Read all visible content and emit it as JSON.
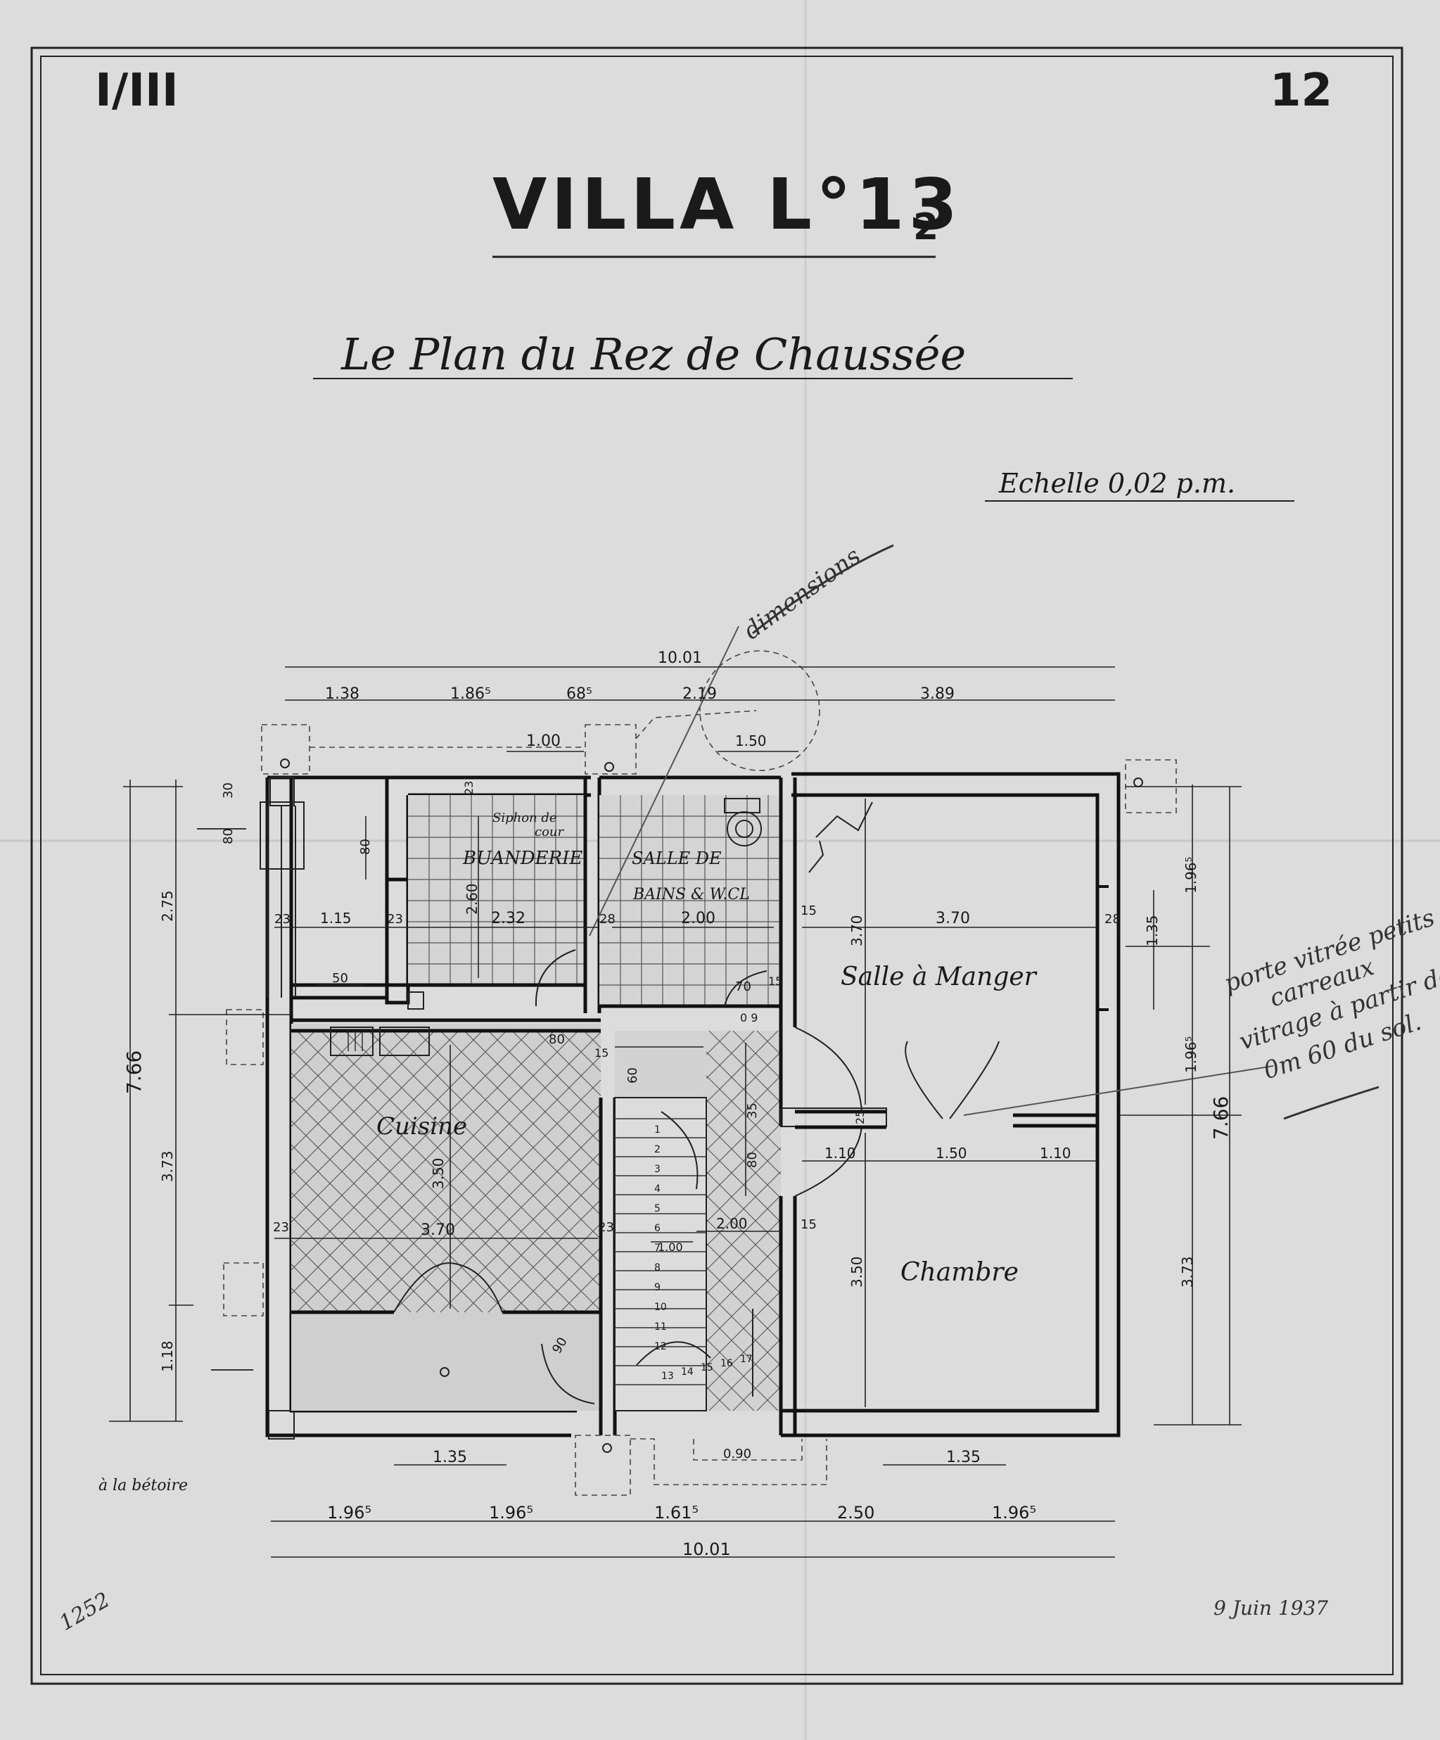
{
  "sheet": {
    "series_mark": "I/III",
    "sheet_number": "12",
    "title": "VILLA L°13",
    "title_subscript": "2",
    "subtitle": "Le Plan du Rez de Chaussée",
    "scale": "Echelle  0,02 p.m.",
    "archive_number": "1252",
    "date": "9 Juin 1937"
  },
  "rooms": [
    {
      "id": "buanderie",
      "label": "BUANDERIE"
    },
    {
      "id": "salle-bains-line1",
      "label": "SALLE DE"
    },
    {
      "id": "salle-bains-line2",
      "label": "BAINS & W.CL"
    },
    {
      "id": "salle-manger",
      "label": "Salle à Manger"
    },
    {
      "id": "cuisine",
      "label": "Cuisine"
    },
    {
      "id": "chambre",
      "label": "Chambre"
    }
  ],
  "notes": {
    "siphon_line1": "Siphon de",
    "siphon_line2": "cour",
    "betoire": "à la bétoire",
    "handwritten_top": "dimensions",
    "handwritten_right_1": "porte vitrée petits",
    "handwritten_right_2": "carreaux",
    "handwritten_right_3": "vitrage à partir de",
    "handwritten_right_4": "0m 60 du sol."
  },
  "dimensions": {
    "top_overall": "10.01",
    "top_1": "1.38",
    "top_2": "1.86⁵",
    "top_3": "68⁵",
    "top_4": "2.19",
    "top_5": "3.89",
    "top_opening": "1.00",
    "top_circle": "1.50",
    "bottom_overall": "10.01",
    "bottom_1": "1.96⁵",
    "bottom_2": "1.96⁵",
    "bottom_3": "1.61⁵",
    "bottom_4": "2.50",
    "bottom_5": "1.96⁵",
    "bottom_door_left": "1.35",
    "bottom_door_right": "1.35",
    "bottom_step": "0.90",
    "left_overall": "7.66",
    "left_1": "2.75",
    "left_2": "3.73",
    "left_3": "1.18",
    "left_small_1": "30",
    "left_small_2": "80",
    "right_overall": "7.66",
    "right_1": "1.96⁵",
    "right_2": "1.35",
    "right_3": "1.96⁵",
    "right_4": "3.73",
    "buand_h": "2.60",
    "buand_w": "2.32",
    "buand_wall_l": "23",
    "buand_wall_r": "28",
    "vest_w": "1.15",
    "vest_wall": "23",
    "vest_80": "80",
    "buand_23": "23",
    "sdb_w": "2.00",
    "sdb_70": "70",
    "sdb_15a": "15",
    "sdb_15b": "15",
    "sdb_gap": "0 9",
    "sam_w": "3.70",
    "sam_h": "3.70",
    "sam_wall": "28",
    "cuis_w": "3.70",
    "cuis_h": "3.50",
    "cuis_wall_l": "23",
    "cuis_wall_r": "23",
    "cuis_50": "50",
    "hall_80": "80",
    "hall_15": "15",
    "hall_60": "60",
    "hall_35": "35",
    "hall_80b": "80",
    "hall_200": "2.00",
    "hall_15b": "15",
    "hall_100": "1.00",
    "hall_90": "90",
    "ch_h": "3.50",
    "open_1": "1.10",
    "open_2": "1.50",
    "open_3": "1.10",
    "open_25": "25",
    "stair_steps": [
      "1",
      "2",
      "3",
      "4",
      "5",
      "6",
      "7",
      "8",
      "9",
      "10",
      "11",
      "12",
      "13",
      "14",
      "15",
      "16",
      "17"
    ]
  }
}
